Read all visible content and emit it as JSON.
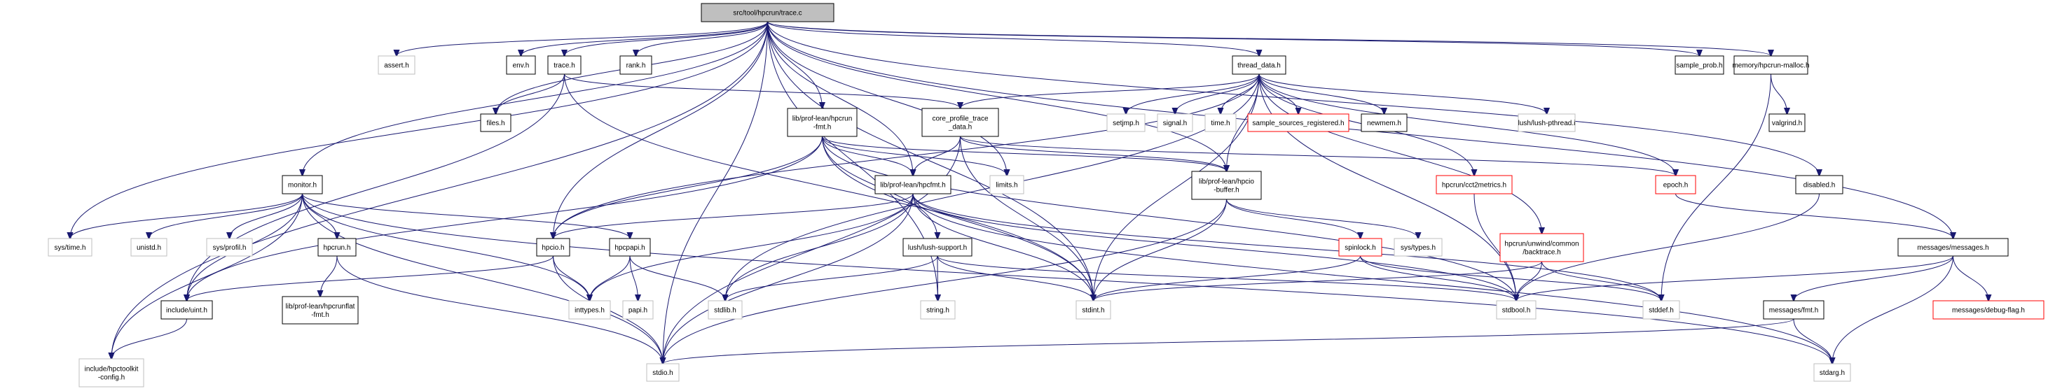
{
  "title": "src/tool/hpcrun/trace.c include dependency graph",
  "colors": {
    "edge": "#191970",
    "root_fill": "#bfbfbf",
    "documented_border": "#000000",
    "external_border": "#bfbfbf",
    "incomplete_border": "#ff0000"
  },
  "nodes": [
    {
      "id": "root",
      "label": [
        "src/tool/hpcrun/trace.c"
      ],
      "kind": "root"
    },
    {
      "id": "assert",
      "label": [
        "assert.h"
      ],
      "kind": "external"
    },
    {
      "id": "env",
      "label": [
        "env.h"
      ],
      "kind": "documented"
    },
    {
      "id": "trace_h",
      "label": [
        "trace.h"
      ],
      "kind": "documented"
    },
    {
      "id": "rank",
      "label": [
        "rank.h"
      ],
      "kind": "documented"
    },
    {
      "id": "thread_data",
      "label": [
        "thread_data.h"
      ],
      "kind": "documented"
    },
    {
      "id": "sample_prob",
      "label": [
        "sample_prob.h"
      ],
      "kind": "documented"
    },
    {
      "id": "hpcrun_malloc",
      "label": [
        "memory/hpcrun-malloc.h"
      ],
      "kind": "documented"
    },
    {
      "id": "files",
      "label": [
        "files.h"
      ],
      "kind": "documented"
    },
    {
      "id": "hpcrun_fmt",
      "label": [
        "lib/prof-lean/hpcrun",
        "-fmt.h"
      ],
      "kind": "documented"
    },
    {
      "id": "core_profile",
      "label": [
        "core_profile_trace",
        "_data.h"
      ],
      "kind": "documented"
    },
    {
      "id": "setjmp",
      "label": [
        "setjmp.h"
      ],
      "kind": "external"
    },
    {
      "id": "signal",
      "label": [
        "signal.h"
      ],
      "kind": "external"
    },
    {
      "id": "time",
      "label": [
        "time.h"
      ],
      "kind": "external"
    },
    {
      "id": "ssr",
      "label": [
        "sample_sources_registered.h"
      ],
      "kind": "incomplete"
    },
    {
      "id": "newmem",
      "label": [
        "newmem.h"
      ],
      "kind": "documented"
    },
    {
      "id": "lush_pthread",
      "label": [
        "lush/lush-pthread.i"
      ],
      "kind": "external"
    },
    {
      "id": "valgrind",
      "label": [
        "valgrind.h"
      ],
      "kind": "documented"
    },
    {
      "id": "monitor",
      "label": [
        "monitor.h"
      ],
      "kind": "documented"
    },
    {
      "id": "hpcfmt",
      "label": [
        "lib/prof-lean/hpcfmt.h"
      ],
      "kind": "documented"
    },
    {
      "id": "limits",
      "label": [
        "limits.h"
      ],
      "kind": "external"
    },
    {
      "id": "hpcio_buffer",
      "label": [
        "lib/prof-lean/hpcio",
        "-buffer.h"
      ],
      "kind": "documented"
    },
    {
      "id": "cct2metrics",
      "label": [
        "hpcrun/cct2metrics.h"
      ],
      "kind": "incomplete"
    },
    {
      "id": "epoch",
      "label": [
        "epoch.h"
      ],
      "kind": "incomplete"
    },
    {
      "id": "disabled",
      "label": [
        "disabled.h"
      ],
      "kind": "documented"
    },
    {
      "id": "sys_time",
      "label": [
        "sys/time.h"
      ],
      "kind": "external"
    },
    {
      "id": "unistd",
      "label": [
        "unistd.h"
      ],
      "kind": "external"
    },
    {
      "id": "sys_profil",
      "label": [
        "sys/profil.h"
      ],
      "kind": "external"
    },
    {
      "id": "hpcrun_h",
      "label": [
        "hpcrun.h"
      ],
      "kind": "documented"
    },
    {
      "id": "hpcio",
      "label": [
        "hpcio.h"
      ],
      "kind": "documented"
    },
    {
      "id": "hpcpapi",
      "label": [
        "hpcpapi.h"
      ],
      "kind": "documented"
    },
    {
      "id": "lush_support",
      "label": [
        "lush/lush-support.h"
      ],
      "kind": "documented"
    },
    {
      "id": "spinlock",
      "label": [
        "spinlock.h"
      ],
      "kind": "incomplete"
    },
    {
      "id": "sys_types",
      "label": [
        "sys/types.h"
      ],
      "kind": "external"
    },
    {
      "id": "backtrace",
      "label": [
        "hpcrun/unwind/common",
        "/backtrace.h"
      ],
      "kind": "incomplete"
    },
    {
      "id": "messages",
      "label": [
        "messages/messages.h"
      ],
      "kind": "documented"
    },
    {
      "id": "uint",
      "label": [
        "include/uint.h"
      ],
      "kind": "documented"
    },
    {
      "id": "hpcrunflat",
      "label": [
        "lib/prof-lean/hpcrunflat",
        "-fmt.h"
      ],
      "kind": "documented"
    },
    {
      "id": "inttypes",
      "label": [
        "inttypes.h"
      ],
      "kind": "external"
    },
    {
      "id": "papi",
      "label": [
        "papi.h"
      ],
      "kind": "external"
    },
    {
      "id": "stdlib",
      "label": [
        "stdlib.h"
      ],
      "kind": "external"
    },
    {
      "id": "string",
      "label": [
        "string.h"
      ],
      "kind": "external"
    },
    {
      "id": "stdint",
      "label": [
        "stdint.h"
      ],
      "kind": "external"
    },
    {
      "id": "stdbool",
      "label": [
        "stdbool.h"
      ],
      "kind": "external"
    },
    {
      "id": "stddef",
      "label": [
        "stddef.h"
      ],
      "kind": "external"
    },
    {
      "id": "msg_fmt",
      "label": [
        "messages/fmt.h"
      ],
      "kind": "documented"
    },
    {
      "id": "debug_flag",
      "label": [
        "messages/debug-flag.h"
      ],
      "kind": "incomplete"
    },
    {
      "id": "hpctoolkit_config",
      "label": [
        "include/hpctoolkit",
        "-config.h"
      ],
      "kind": "external"
    },
    {
      "id": "stdio",
      "label": [
        "stdio.h"
      ],
      "kind": "external"
    },
    {
      "id": "stdarg",
      "label": [
        "stdarg.h"
      ],
      "kind": "external"
    }
  ],
  "edges": [
    [
      "root",
      "assert"
    ],
    [
      "root",
      "env"
    ],
    [
      "root",
      "trace_h"
    ],
    [
      "root",
      "rank"
    ],
    [
      "root",
      "thread_data"
    ],
    [
      "root",
      "sample_prob"
    ],
    [
      "root",
      "hpcrun_malloc"
    ],
    [
      "root",
      "files"
    ],
    [
      "root",
      "hpcrun_fmt"
    ],
    [
      "root",
      "monitor"
    ],
    [
      "root",
      "hpcfmt"
    ],
    [
      "root",
      "limits"
    ],
    [
      "root",
      "hpcio_buffer"
    ],
    [
      "root",
      "disabled"
    ],
    [
      "root",
      "sys_time"
    ],
    [
      "root",
      "hpcio"
    ],
    [
      "root",
      "messages"
    ],
    [
      "root",
      "hpctoolkit_config"
    ],
    [
      "root",
      "stdio"
    ],
    [
      "root",
      "string"
    ],
    [
      "root",
      "stdint"
    ],
    [
      "trace_h",
      "files"
    ],
    [
      "trace_h",
      "core_profile"
    ],
    [
      "trace_h",
      "uint"
    ],
    [
      "trace_h",
      "stdint"
    ],
    [
      "thread_data",
      "core_profile"
    ],
    [
      "thread_data",
      "setjmp"
    ],
    [
      "thread_data",
      "signal"
    ],
    [
      "thread_data",
      "time"
    ],
    [
      "thread_data",
      "ssr"
    ],
    [
      "thread_data",
      "newmem"
    ],
    [
      "thread_data",
      "lush_pthread"
    ],
    [
      "thread_data",
      "hpcio_buffer"
    ],
    [
      "thread_data",
      "cct2metrics"
    ],
    [
      "thread_data",
      "epoch"
    ],
    [
      "thread_data",
      "backtrace"
    ],
    [
      "thread_data",
      "stdbool"
    ],
    [
      "thread_data",
      "hpcio"
    ],
    [
      "thread_data",
      "stdlib"
    ],
    [
      "thread_data",
      "stdint"
    ],
    [
      "hpcrun_malloc",
      "valgrind"
    ],
    [
      "hpcrun_malloc",
      "stddef"
    ],
    [
      "hpcrun_fmt",
      "hpcfmt"
    ],
    [
      "hpcrun_fmt",
      "limits"
    ],
    [
      "hpcrun_fmt",
      "hpcio"
    ],
    [
      "hpcrun_fmt",
      "uint"
    ],
    [
      "hpcrun_fmt",
      "stdbool"
    ],
    [
      "hpcrun_fmt",
      "stdint"
    ],
    [
      "hpcrun_fmt",
      "hpcio_buffer"
    ],
    [
      "hpcrun_fmt",
      "lush_support"
    ],
    [
      "core_profile",
      "hpcfmt"
    ],
    [
      "core_profile",
      "hpcio_buffer"
    ],
    [
      "core_profile",
      "stdint"
    ],
    [
      "core_profile",
      "stdio"
    ],
    [
      "core_profile",
      "epoch"
    ],
    [
      "monitor",
      "sys_time"
    ],
    [
      "monitor",
      "unistd"
    ],
    [
      "monitor",
      "sys_profil"
    ],
    [
      "monitor",
      "hpcrun_h"
    ],
    [
      "monitor",
      "uint"
    ],
    [
      "monitor",
      "hpctoolkit_config"
    ],
    [
      "monitor",
      "stdio"
    ],
    [
      "monitor",
      "inttypes"
    ],
    [
      "monitor",
      "hpcpapi"
    ],
    [
      "monitor",
      "stdarg"
    ],
    [
      "hpcfmt",
      "hpcio"
    ],
    [
      "hpcfmt",
      "stdlib"
    ],
    [
      "hpcfmt",
      "stdint"
    ],
    [
      "hpcfmt",
      "stdio"
    ],
    [
      "hpcfmt",
      "stdbool"
    ],
    [
      "hpcfmt",
      "inttypes"
    ],
    [
      "hpcfmt",
      "stdarg"
    ],
    [
      "hpcfmt",
      "stddef"
    ],
    [
      "hpcio_buffer",
      "spinlock"
    ],
    [
      "hpcio_buffer",
      "sys_types"
    ],
    [
      "hpcio_buffer",
      "stdint"
    ],
    [
      "hpcio_buffer",
      "stdio"
    ],
    [
      "cct2metrics",
      "stdbool"
    ],
    [
      "epoch",
      "messages"
    ],
    [
      "disabled",
      "stdbool"
    ],
    [
      "hpcrun_h",
      "hpcrunflat"
    ],
    [
      "hpcrun_h",
      "stdio"
    ],
    [
      "hpcio",
      "inttypes"
    ],
    [
      "hpcio",
      "stdio"
    ],
    [
      "hpcio",
      "uint"
    ],
    [
      "hpcpapi",
      "inttypes"
    ],
    [
      "hpcpapi",
      "papi"
    ],
    [
      "hpcpapi",
      "stdlib"
    ],
    [
      "lush_support",
      "stdlib"
    ],
    [
      "lush_support",
      "string"
    ],
    [
      "lush_support",
      "stdint"
    ],
    [
      "lush_support",
      "stdbool"
    ],
    [
      "spinlock",
      "stdint"
    ],
    [
      "spinlock",
      "stdbool"
    ],
    [
      "spinlock",
      "stddef"
    ],
    [
      "backtrace",
      "stdint"
    ],
    [
      "backtrace",
      "stdbool"
    ],
    [
      "backtrace",
      "stddef"
    ],
    [
      "messages",
      "msg_fmt"
    ],
    [
      "messages",
      "debug_flag"
    ],
    [
      "messages",
      "stdarg"
    ],
    [
      "messages",
      "stdbool"
    ],
    [
      "uint",
      "hpctoolkit_config"
    ],
    [
      "msg_fmt",
      "stdarg"
    ],
    [
      "msg_fmt",
      "stdio"
    ]
  ]
}
